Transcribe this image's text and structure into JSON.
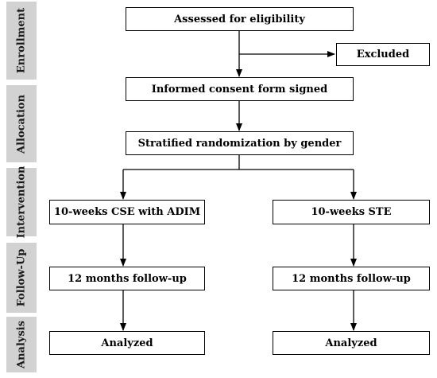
{
  "stages": [
    {
      "id": "enrollment",
      "label": "Enrollment"
    },
    {
      "id": "allocation",
      "label": "Allocation"
    },
    {
      "id": "intervention",
      "label": "Intervention"
    },
    {
      "id": "follow_up",
      "label": "Follow-Up"
    },
    {
      "id": "analysis",
      "label": "Analysis"
    }
  ],
  "boxes": {
    "assessed": "Assessed for eligibility",
    "excluded": "Excluded",
    "consent": "Informed consent form signed",
    "randomization": "Stratified randomization by gender",
    "left_intervention": "10-weeks CSE with ADIM",
    "right_intervention": "10-weeks STE",
    "left_followup": "12 months follow-up",
    "right_followup": "12 months follow-up",
    "left_analysis": "Analyzed",
    "right_analysis": "Analyzed"
  }
}
